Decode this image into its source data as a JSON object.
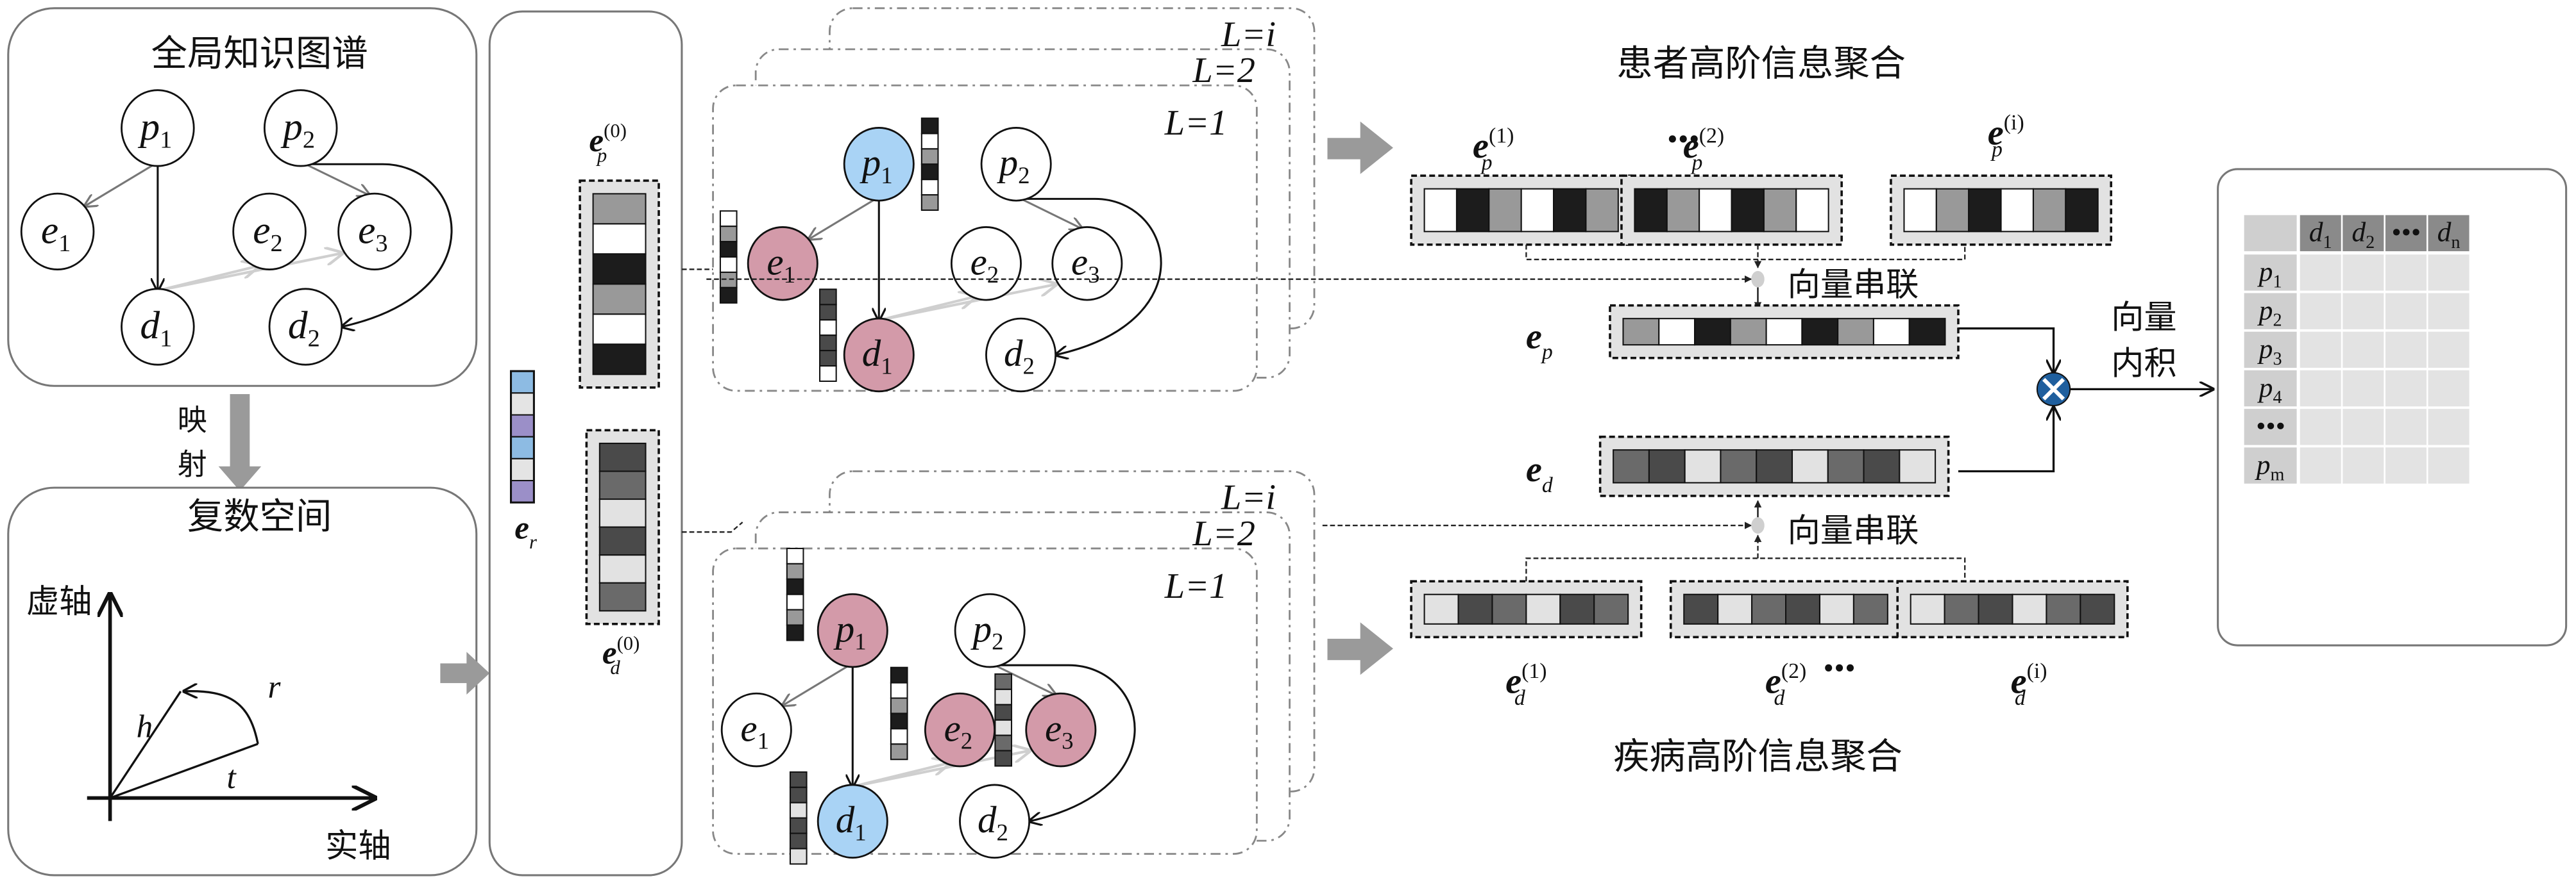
{
  "colors": {
    "node_blue": "#a9d3f5",
    "node_pink": "#d39aa9",
    "node_white": "#ffffff",
    "er_blue": "#8dbbe3",
    "er_purple": "#9b8fc8",
    "er_light": "#e4e4e4",
    "cell_black": "#1c1c1c",
    "cell_gray": "#999999",
    "cell_white": "#ffffff",
    "cell_dark": "#4a4a4a",
    "cell_mid": "#6a6a6a",
    "cell_light": "#e2e2e2",
    "inner_product_blue": "#1f5f9e"
  },
  "global_kg": {
    "title": "全局知识图谱",
    "nodes": [
      {
        "id": "p1",
        "base": "p",
        "sub": "1"
      },
      {
        "id": "p2",
        "base": "p",
        "sub": "2"
      },
      {
        "id": "e1",
        "base": "e",
        "sub": "1"
      },
      {
        "id": "e2",
        "base": "e",
        "sub": "2"
      },
      {
        "id": "e3",
        "base": "e",
        "sub": "3"
      },
      {
        "id": "d1",
        "base": "d",
        "sub": "1"
      },
      {
        "id": "d2",
        "base": "d",
        "sub": "2"
      }
    ]
  },
  "mapping": {
    "char1": "映",
    "char2": "射"
  },
  "complex_space": {
    "title": "复数空间",
    "y_axis": "虚轴",
    "x_axis": "实轴",
    "h": "h",
    "r": "r",
    "t": "t"
  },
  "embeddings": {
    "er": {
      "base": "e",
      "sub": "r",
      "cells": [
        "er_blue",
        "er_light",
        "er_purple",
        "er_blue",
        "er_light",
        "er_purple"
      ]
    },
    "ep0": {
      "base": "e",
      "sub": "p",
      "sup": "(0)",
      "cells": [
        "cell_gray",
        "cell_white",
        "cell_black",
        "cell_gray",
        "cell_white",
        "cell_black"
      ]
    },
    "ed0": {
      "base": "e",
      "sub": "d",
      "sup": "(0)",
      "cells": [
        "cell_dark",
        "cell_mid",
        "cell_light",
        "cell_dark",
        "cell_light",
        "cell_mid"
      ]
    }
  },
  "layers": {
    "labels": [
      "L=1",
      "L=2",
      "L=i"
    ],
    "patient": {
      "nodes": [
        {
          "id": "p1",
          "base": "p",
          "sub": "1",
          "fill": "node_blue"
        },
        {
          "id": "p2",
          "base": "p",
          "sub": "2",
          "fill": "node_white"
        },
        {
          "id": "e1",
          "base": "e",
          "sub": "1",
          "fill": "node_pink"
        },
        {
          "id": "e2",
          "base": "e",
          "sub": "2",
          "fill": "node_white"
        },
        {
          "id": "e3",
          "base": "e",
          "sub": "3",
          "fill": "node_white"
        },
        {
          "id": "d1",
          "base": "d",
          "sub": "1",
          "fill": "node_pink"
        },
        {
          "id": "d2",
          "base": "d",
          "sub": "2",
          "fill": "node_white"
        }
      ]
    },
    "disease": {
      "nodes": [
        {
          "id": "p1",
          "base": "p",
          "sub": "1",
          "fill": "node_pink"
        },
        {
          "id": "p2",
          "base": "p",
          "sub": "2",
          "fill": "node_white"
        },
        {
          "id": "e1",
          "base": "e",
          "sub": "1",
          "fill": "node_white"
        },
        {
          "id": "e2",
          "base": "e",
          "sub": "2",
          "fill": "node_pink"
        },
        {
          "id": "e3",
          "base": "e",
          "sub": "3",
          "fill": "node_pink"
        },
        {
          "id": "d1",
          "base": "d",
          "sub": "1",
          "fill": "node_blue"
        },
        {
          "id": "d2",
          "base": "d",
          "sub": "2",
          "fill": "node_white"
        }
      ]
    }
  },
  "patient_agg": {
    "title": "患者高阶信息聚合",
    "concat_label": "向量串联",
    "ellipsis": "•••",
    "vectors": [
      {
        "base": "e",
        "sub": "p",
        "sup": "(1)",
        "cells": [
          "cell_white",
          "cell_black",
          "cell_gray",
          "cell_white",
          "cell_black",
          "cell_gray"
        ]
      },
      {
        "base": "e",
        "sub": "p",
        "sup": "(2)",
        "cells": [
          "cell_black",
          "cell_gray",
          "cell_white",
          "cell_black",
          "cell_gray",
          "cell_white"
        ]
      },
      {
        "base": "e",
        "sub": "p",
        "sup": "(i)",
        "cells": [
          "cell_white",
          "cell_gray",
          "cell_black",
          "cell_white",
          "cell_gray",
          "cell_black"
        ]
      }
    ],
    "final": {
      "base": "e",
      "sub": "p",
      "cells": [
        "cell_gray",
        "cell_white",
        "cell_black",
        "cell_gray",
        "cell_white",
        "cell_black",
        "cell_gray",
        "cell_white",
        "cell_black"
      ]
    }
  },
  "disease_agg": {
    "title": "疾病高阶信息聚合",
    "concat_label": "向量串联",
    "ellipsis": "•••",
    "vectors": [
      {
        "base": "e",
        "sub": "d",
        "sup": "(1)",
        "cells": [
          "cell_light",
          "cell_dark",
          "cell_mid",
          "cell_light",
          "cell_dark",
          "cell_mid"
        ]
      },
      {
        "base": "e",
        "sub": "d",
        "sup": "(2)",
        "cells": [
          "cell_dark",
          "cell_light",
          "cell_mid",
          "cell_dark",
          "cell_light",
          "cell_mid"
        ]
      },
      {
        "base": "e",
        "sub": "d",
        "sup": "(i)",
        "cells": [
          "cell_light",
          "cell_mid",
          "cell_dark",
          "cell_light",
          "cell_mid",
          "cell_dark"
        ]
      }
    ],
    "final": {
      "base": "e",
      "sub": "d",
      "cells": [
        "cell_mid",
        "cell_dark",
        "cell_light",
        "cell_mid",
        "cell_dark",
        "cell_light",
        "cell_mid",
        "cell_dark",
        "cell_light"
      ]
    }
  },
  "inner_product": {
    "line1": "向量",
    "line2": "内积"
  },
  "score_matrix": {
    "columns": [
      {
        "base": "d",
        "sub": "1"
      },
      {
        "base": "d",
        "sub": "2"
      },
      {
        "base": "•••",
        "sub": ""
      },
      {
        "base": "d",
        "sub": "n"
      }
    ],
    "rows": [
      {
        "base": "p",
        "sub": "1"
      },
      {
        "base": "p",
        "sub": "2"
      },
      {
        "base": "p",
        "sub": "3"
      },
      {
        "base": "p",
        "sub": "4"
      },
      {
        "base": "•••",
        "sub": ""
      },
      {
        "base": "p",
        "sub": "m"
      }
    ]
  }
}
